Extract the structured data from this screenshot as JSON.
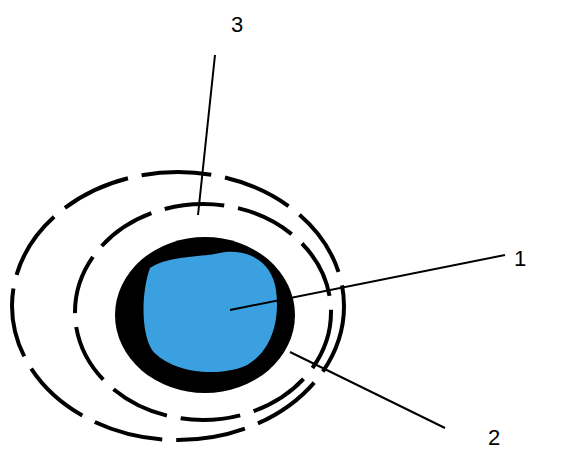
{
  "diagram": {
    "labels": [
      "3",
      "1",
      "2"
    ]
  }
}
